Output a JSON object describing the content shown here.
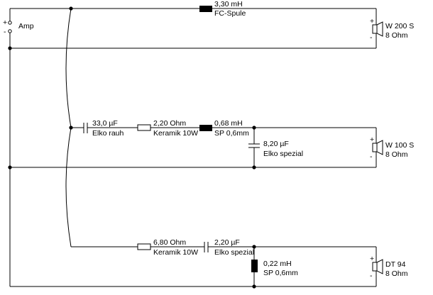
{
  "amp": {
    "label": "Amp",
    "plus": "+",
    "minus": "-"
  },
  "branch_top": {
    "inductor": {
      "value": "3,30 mH",
      "name": "FC-Spule"
    },
    "speaker": {
      "model": "W 200 S",
      "impedance": "8 Ohm",
      "plus": "+",
      "minus": "-"
    }
  },
  "branch_mid": {
    "capacitor": {
      "value": "33,0 µF",
      "name": "Elko rauh"
    },
    "resistor": {
      "value": "2,20 Ohm",
      "name": "Keramik 10W"
    },
    "inductor": {
      "value": "0,68 mH",
      "name": "SP 0,6mm"
    },
    "shunt_capacitor": {
      "value": "8,20 µF",
      "name": "Elko spezial"
    },
    "speaker": {
      "model": "W 100 S",
      "impedance": "8 Ohm",
      "plus": "+",
      "minus": "-"
    }
  },
  "branch_bottom": {
    "resistor": {
      "value": "6,80 Ohm",
      "name": "Keramik 10W"
    },
    "capacitor": {
      "value": "2,20 µF",
      "name": "Elko spezial"
    },
    "shunt_inductor": {
      "value": "0,22 mH",
      "name": "SP 0,6mm"
    },
    "speaker": {
      "model": "DT 94",
      "impedance": "8 Ohm",
      "plus": "+",
      "minus": "-"
    }
  }
}
